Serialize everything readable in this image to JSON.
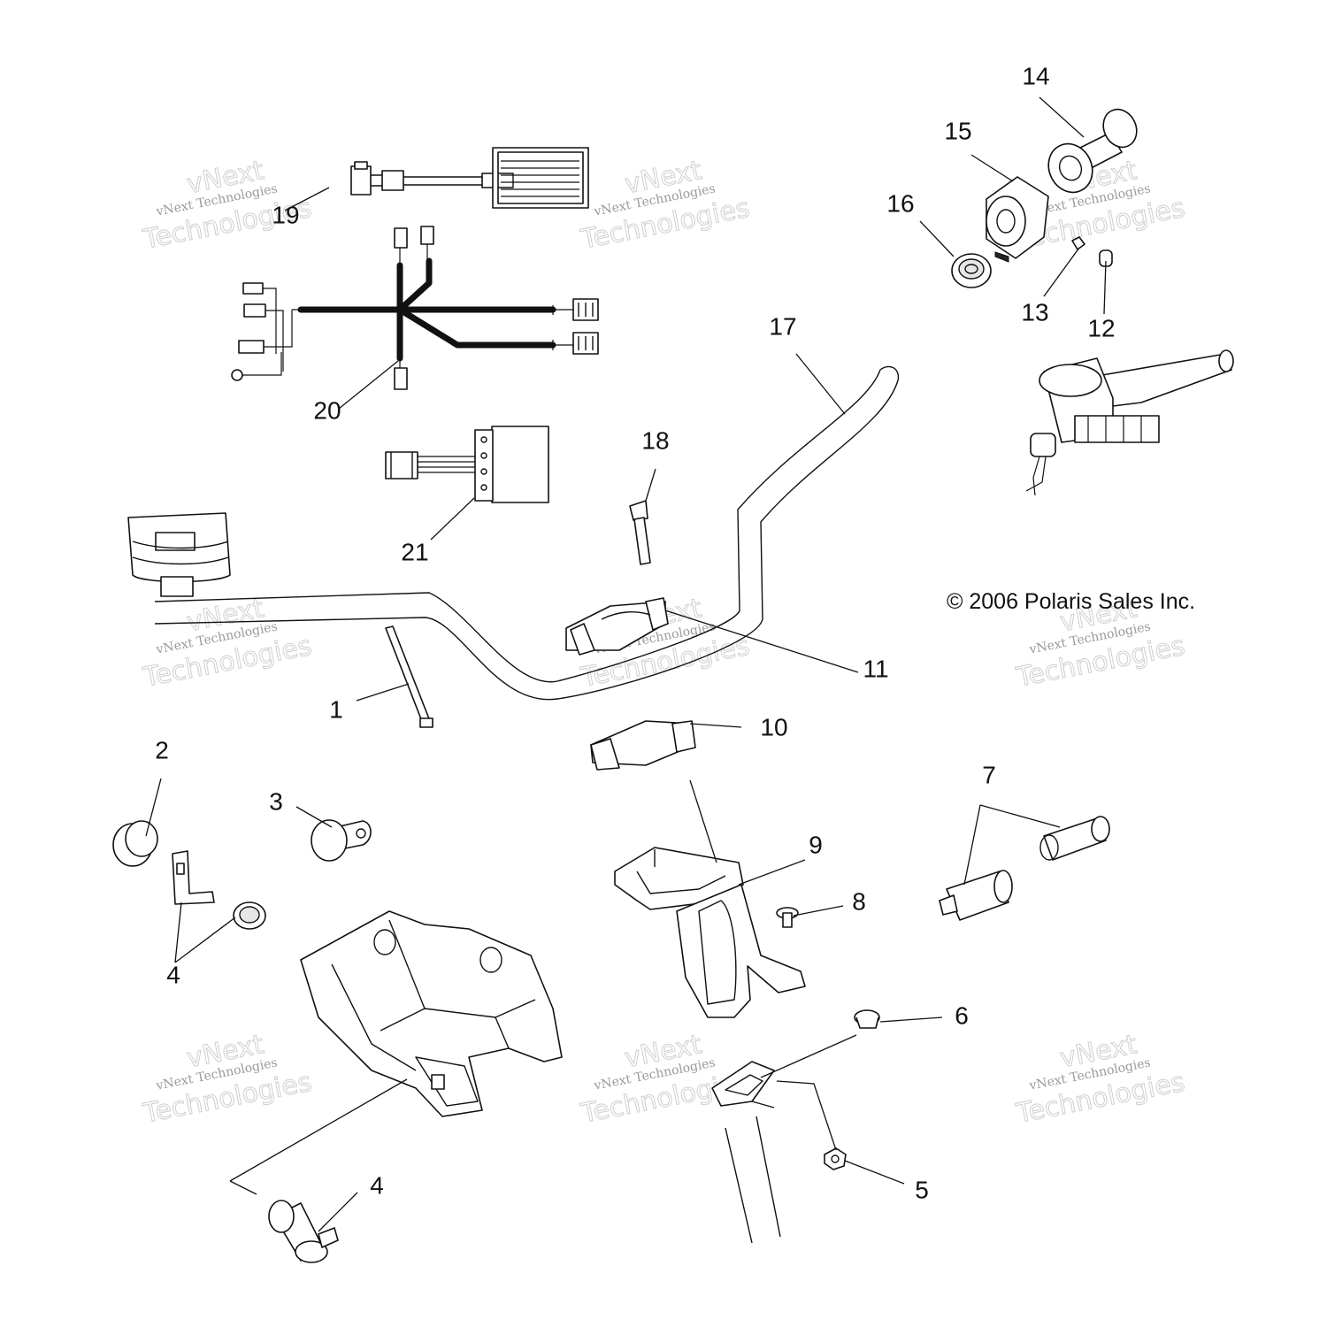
{
  "diagram": {
    "copyright": "© 2006 Polaris Sales Inc.",
    "watermark": {
      "line1": "vNext",
      "line2": "vNext Technologies",
      "line3": "Technologies"
    },
    "callouts": [
      {
        "num": "1"
      },
      {
        "num": "2"
      },
      {
        "num": "3"
      },
      {
        "num": "4"
      },
      {
        "num": "4"
      },
      {
        "num": "5"
      },
      {
        "num": "6"
      },
      {
        "num": "7"
      },
      {
        "num": "8"
      },
      {
        "num": "9"
      },
      {
        "num": "10"
      },
      {
        "num": "11"
      },
      {
        "num": "12"
      },
      {
        "num": "13"
      },
      {
        "num": "14"
      },
      {
        "num": "15"
      },
      {
        "num": "16"
      },
      {
        "num": "17"
      },
      {
        "num": "18"
      },
      {
        "num": "19"
      },
      {
        "num": "20"
      },
      {
        "num": "21"
      }
    ]
  }
}
